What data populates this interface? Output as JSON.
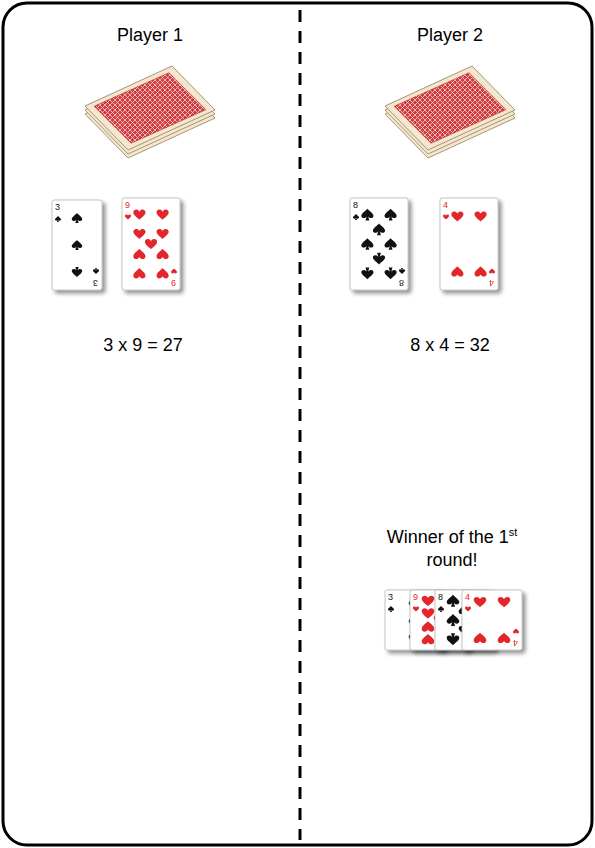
{
  "diagram": {
    "labels": [
      "Player 1",
      "Player 2",
      "3",
      "3",
      "9",
      "9",
      "8",
      "8",
      "4",
      "4",
      "3 x 9 = 27",
      "8 x 4 = 32",
      "Winner of the 1st round!",
      "3",
      "9",
      "8",
      "4",
      "4"
    ]
  }
}
